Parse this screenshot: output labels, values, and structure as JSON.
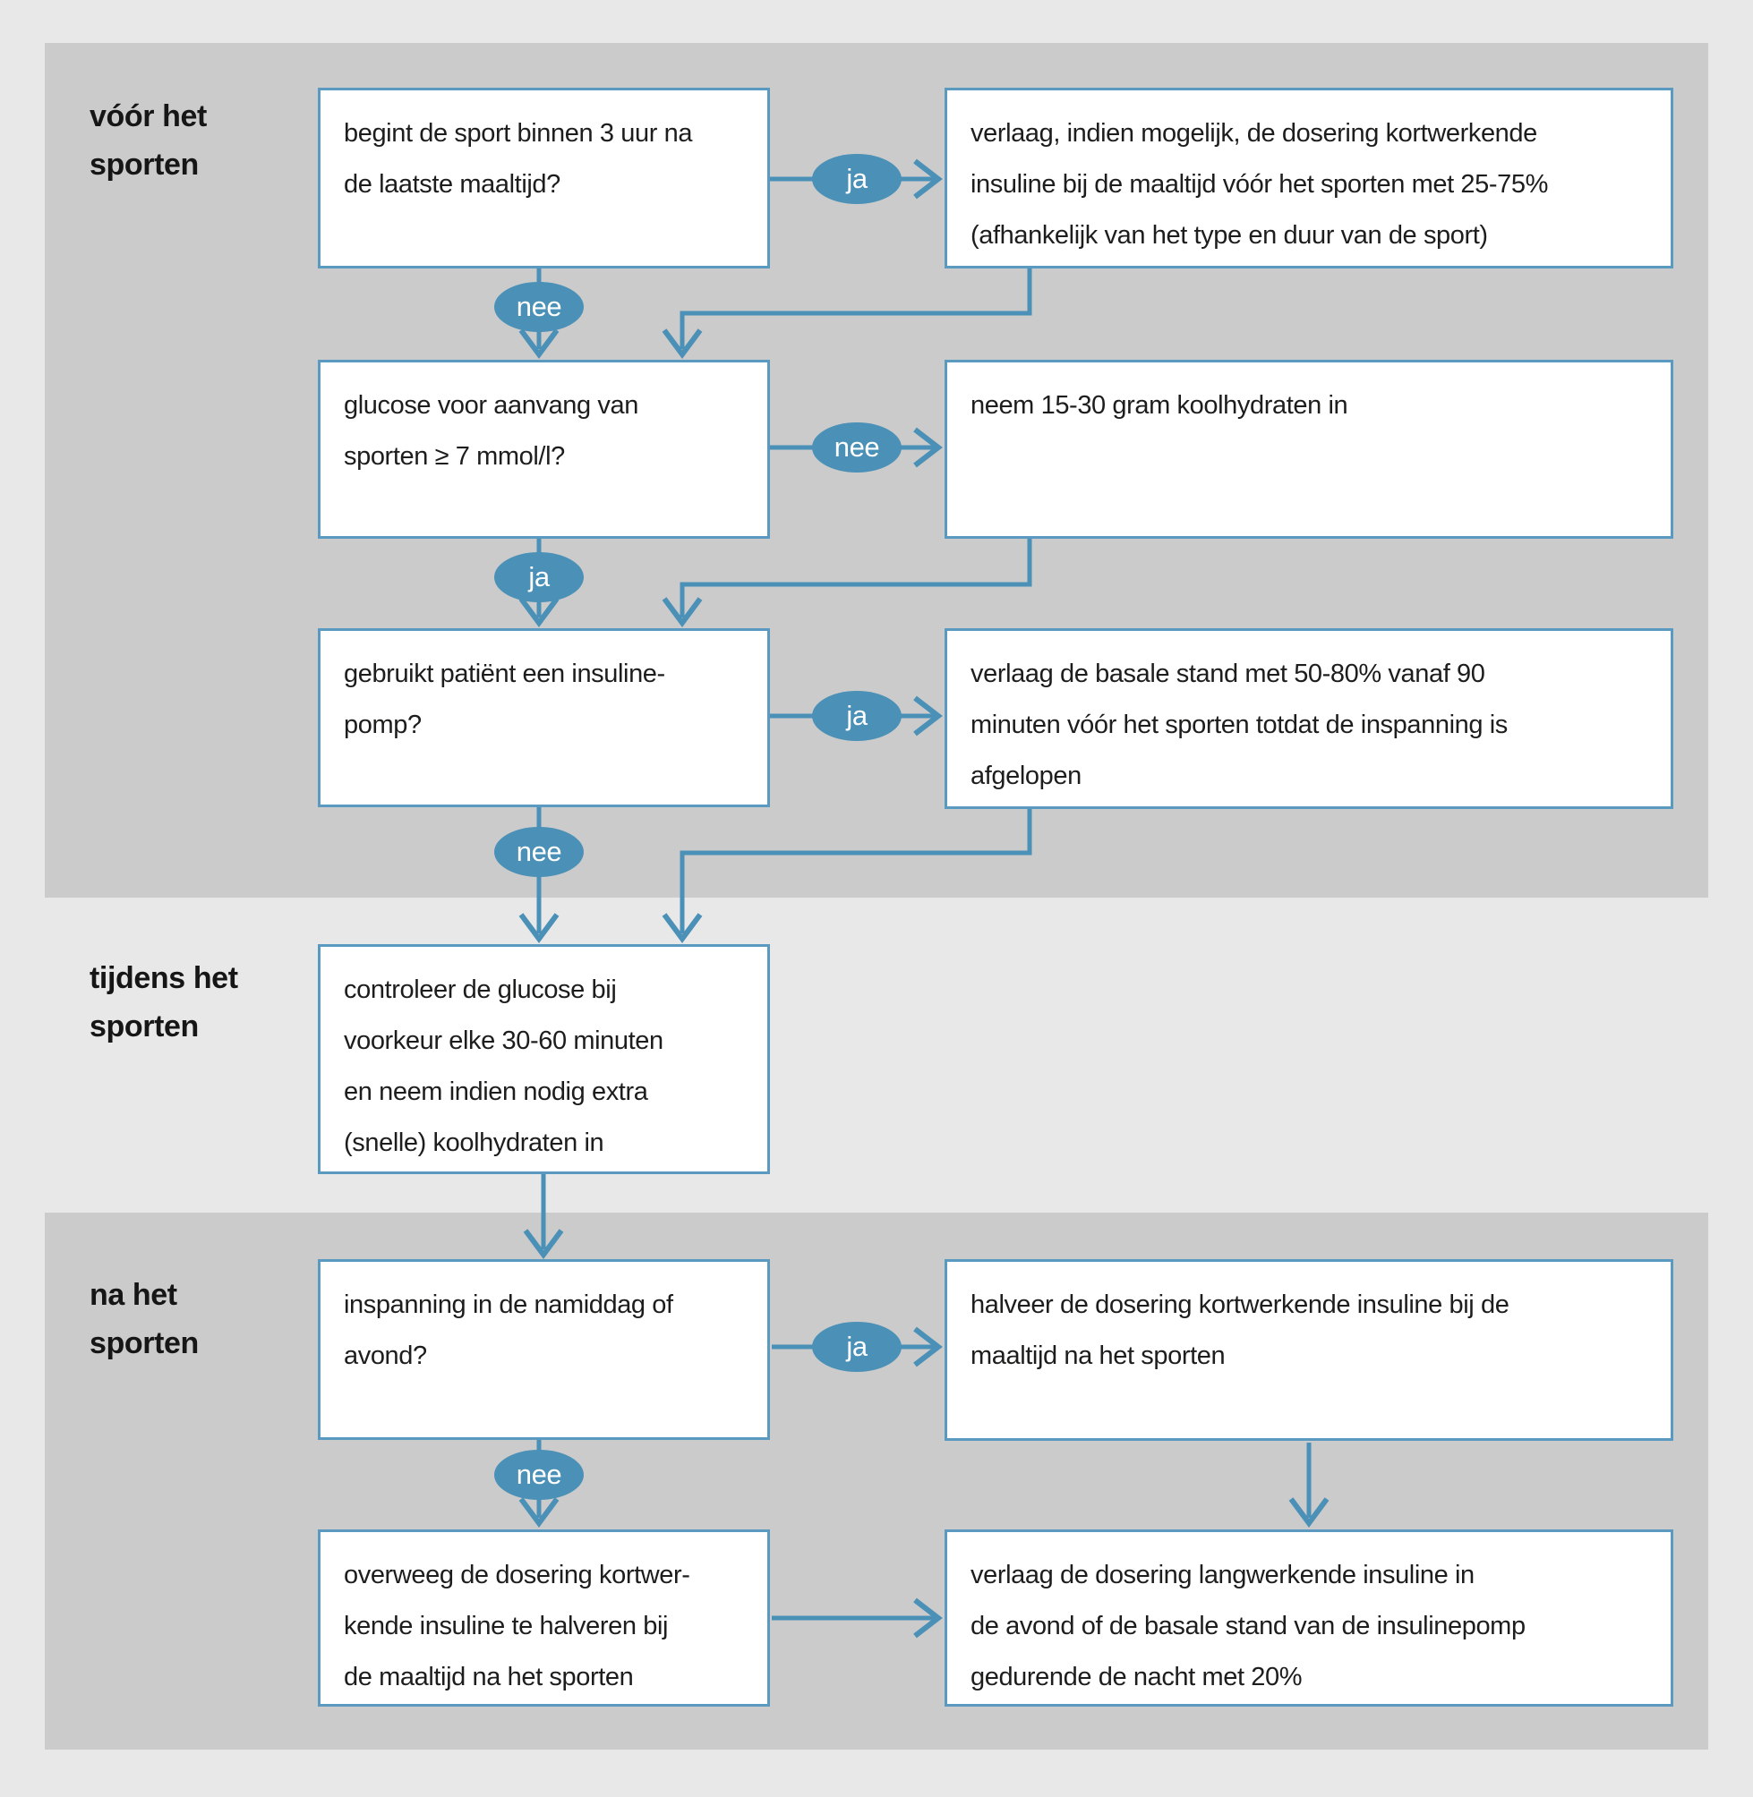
{
  "colors": {
    "page_bg": "#e8e8e8",
    "panel_bg": "#cbcbcb",
    "box_bg": "#ffffff",
    "box_border": "#5b9ac0",
    "connector_blue": "#4a90b7",
    "text": "#1d1d1b",
    "oval_text": "#ffffff"
  },
  "sections": {
    "before": {
      "label": "vóór het\nsporten"
    },
    "during": {
      "label": "tijdens het\nsporten"
    },
    "after": {
      "label": "na het\nsporten"
    }
  },
  "nodes": {
    "q_meal": {
      "text": "begint de sport binnen 3 uur na\nde laatste maaltijd?"
    },
    "a_reduce_short": {
      "text": "verlaag, indien mogelijk, de dosering kortwerkende\ninsuline bij de maaltijd vóór het sporten met 25-75%\n(afhankelijk van het type en duur van de sport)"
    },
    "q_glucose": {
      "text": "glucose voor aanvang van\nsporten ≥ 7 mmol/l?"
    },
    "a_carbs": {
      "text": "neem 15-30 gram koolhydraten in"
    },
    "q_pump": {
      "text": "gebruikt patiënt een insuline-\npomp?"
    },
    "a_basal": {
      "text": "verlaag de basale stand met 50-80% vanaf 90\nminuten vóór het sporten totdat de inspanning is\nafgelopen"
    },
    "a_monitor": {
      "text": "controleer de glucose bij\nvoorkeur elke 30-60 minuten\nen neem indien nodig extra\n(snelle) koolhydraten in"
    },
    "q_evening": {
      "text": "inspanning in de namiddag of\navond?"
    },
    "a_halve": {
      "text": "halveer de dosering kortwerkende insuline bij de\nmaaltijd na het sporten"
    },
    "a_consider": {
      "text": "overweeg de dosering kortwer-\nkende insuline te halveren bij\nde maaltijd na het sporten"
    },
    "a_long": {
      "text": "verlaag de dosering langwerkende insuline in\nde avond of de basale stand van de insulinepomp\ngedurende de nacht met 20%"
    }
  },
  "ovals": {
    "meal_ja": "ja",
    "meal_nee": "nee",
    "glucose_nee": "nee",
    "glucose_ja": "ja",
    "pump_ja": "ja",
    "pump_nee": "nee",
    "evening_ja": "ja",
    "evening_nee": "nee"
  }
}
